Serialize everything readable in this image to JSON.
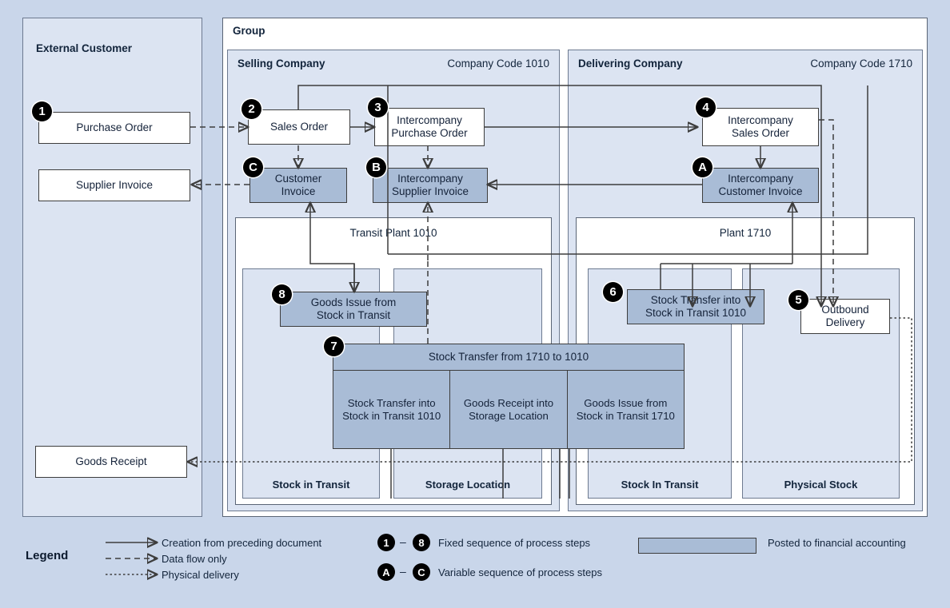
{
  "diagram": {
    "panels": {
      "external_customer": "External Customer",
      "group": "Group",
      "selling_company": "Selling Company",
      "selling_company_code": "Company Code 1010",
      "delivering_company": "Delivering Company",
      "delivering_company_code": "Company Code 1710",
      "transit_plant": "Transit Plant 1010",
      "plant": "Plant 1710"
    },
    "storage_areas": {
      "sell_stock_in_transit": "Stock in Transit",
      "sell_storage_location": "Storage Location",
      "deliv_stock_in_transit": "Stock In Transit",
      "deliv_physical_stock": "Physical Stock"
    },
    "nodes": {
      "purchase_order": {
        "label": "Purchase Order",
        "badge": "1",
        "financial": false
      },
      "supplier_invoice": {
        "label": "Supplier Invoice",
        "badge": "",
        "financial": false
      },
      "sales_order": {
        "label": "Sales Order",
        "badge": "2",
        "financial": false
      },
      "intercompany_purchase_order": {
        "label": "Intercompany\nPurchase Order",
        "badge": "3",
        "financial": false
      },
      "customer_invoice": {
        "label": "Customer\nInvoice",
        "badge": "C",
        "financial": true
      },
      "intercompany_supplier_invoice": {
        "label": "Intercompany\nSupplier Invoice",
        "badge": "B",
        "financial": true
      },
      "intercompany_sales_order": {
        "label": "Intercompany\nSales Order",
        "badge": "4",
        "financial": false
      },
      "intercompany_customer_invoice": {
        "label": "Intercompany\nCustomer Invoice",
        "badge": "A",
        "financial": true
      },
      "goods_issue_from_stock_in_transit": {
        "label": "Goods Issue from\nStock in Transit",
        "badge": "8",
        "financial": true
      },
      "stock_transfer_into_stock_in_transit_1010": {
        "label": "Stock Transfer into\nStock in Transit 1010",
        "badge": "6",
        "financial": true
      },
      "outbound_delivery": {
        "label": "Outbound\nDelivery",
        "badge": "5",
        "financial": false
      },
      "goods_receipt": {
        "label": "Goods Receipt",
        "badge": "",
        "financial": false
      },
      "stock_transfer_group": {
        "badge": "7",
        "header": "Stock Transfer from 1710 to 1010",
        "columns": [
          "Stock Transfer into Stock in Transit 1010",
          "Goods Receipt into Storage Location",
          "Goods Issue from Stock in Transit 1710"
        ],
        "financial": true
      }
    },
    "legend": {
      "title": "Legend",
      "lines": [
        {
          "style": "solid",
          "text": "Creation from preceding document"
        },
        {
          "style": "dashed",
          "text": "Data flow only"
        },
        {
          "style": "dotted",
          "text": "Physical delivery"
        }
      ],
      "sequences": [
        {
          "from": "1",
          "dash": "–",
          "to": "8",
          "text": "Fixed sequence of process steps"
        },
        {
          "from": "A",
          "dash": "–",
          "to": "C",
          "text": "Variable sequence of process steps"
        }
      ],
      "swatch_text": "Posted to financial accounting"
    },
    "colors": {
      "page_background": "#c9d6ea",
      "panel_fill": "#dce4f2",
      "financial_fill": "#a9bcd6",
      "box_fill": "#ffffff",
      "line": "#3d3d3d",
      "text": "#12243b"
    }
  }
}
